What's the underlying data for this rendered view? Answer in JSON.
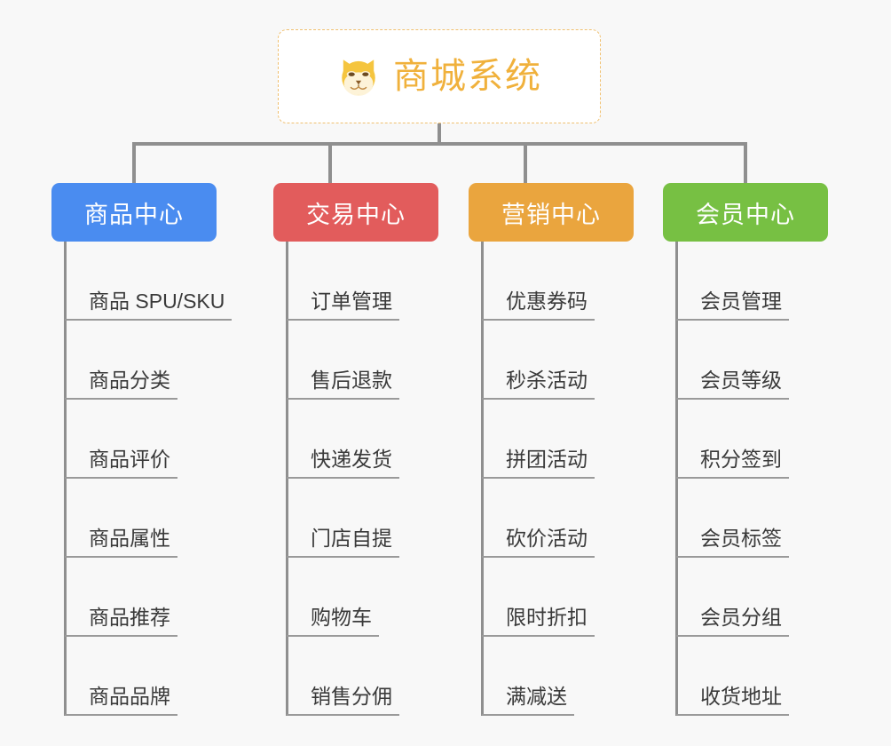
{
  "background_color": "#f8f8f8",
  "line_color": "#8f8f8f",
  "root": {
    "title": "商城系统",
    "icon": "shiba-dog-face-icon",
    "text_color": "#f0b13c",
    "border_color": "#f0c070",
    "background_color": "#ffffff"
  },
  "categories": [
    {
      "label": "商品中心",
      "color": "#4a8cf0",
      "items": [
        "商品 SPU/SKU",
        "商品分类",
        "商品评价",
        "商品属性",
        "商品推荐",
        "商品品牌"
      ]
    },
    {
      "label": "交易中心",
      "color": "#e25c5c",
      "items": [
        "订单管理",
        "售后退款",
        "快递发货",
        "门店自提",
        "购物车",
        "销售分佣"
      ]
    },
    {
      "label": "营销中心",
      "color": "#eaa53e",
      "items": [
        "优惠券码",
        "秒杀活动",
        "拼团活动",
        "砍价活动",
        "限时折扣",
        "满减送"
      ]
    },
    {
      "label": "会员中心",
      "color": "#77c043",
      "items": [
        "会员管理",
        "会员等级",
        "积分签到",
        "会员标签",
        "会员分组",
        "收货地址"
      ]
    }
  ]
}
